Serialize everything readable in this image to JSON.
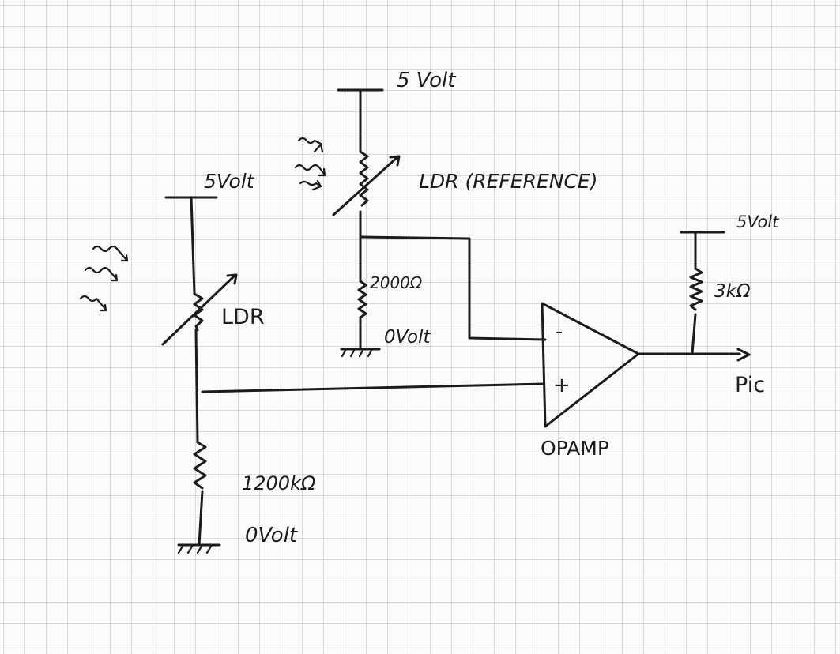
{
  "labels": {
    "supply_main": "5Volt",
    "supply_ref": "5 Volt",
    "supply_pullup": "5Volt",
    "ldr_main": "LDR",
    "ldr_ref": "LDR (REFERENCE)",
    "res_ref": "2000Ω",
    "res_main": "1200kΩ",
    "res_pullup": "3kΩ",
    "gnd_ref": "0Volt",
    "gnd_main": "0Volt",
    "opamp_minus": "-",
    "opamp_plus": "+",
    "opamp": "OPAMP",
    "output": "Pic"
  }
}
